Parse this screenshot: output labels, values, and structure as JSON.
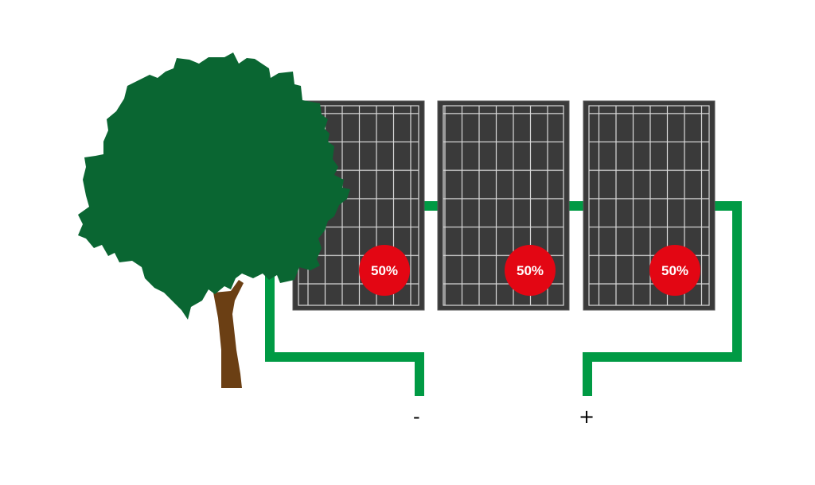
{
  "diagram": {
    "description": "Three solar panels connected in series, with a tree partially shading the first panel",
    "colors": {
      "panel_fill": "#3a3a3a",
      "panel_grid": "#d9d9d9",
      "wire": "#009a44",
      "badge": "#e30613",
      "tree_foliage": "#0a6632",
      "tree_trunk": "#6b3f14"
    },
    "panels": [
      {
        "id": "panel-1",
        "badge": "50%",
        "shaded": true
      },
      {
        "id": "panel-2",
        "badge": "50%",
        "shaded": false
      },
      {
        "id": "panel-3",
        "badge": "50%",
        "shaded": false
      }
    ],
    "terminals": {
      "negative": "-",
      "positive": "+"
    }
  }
}
